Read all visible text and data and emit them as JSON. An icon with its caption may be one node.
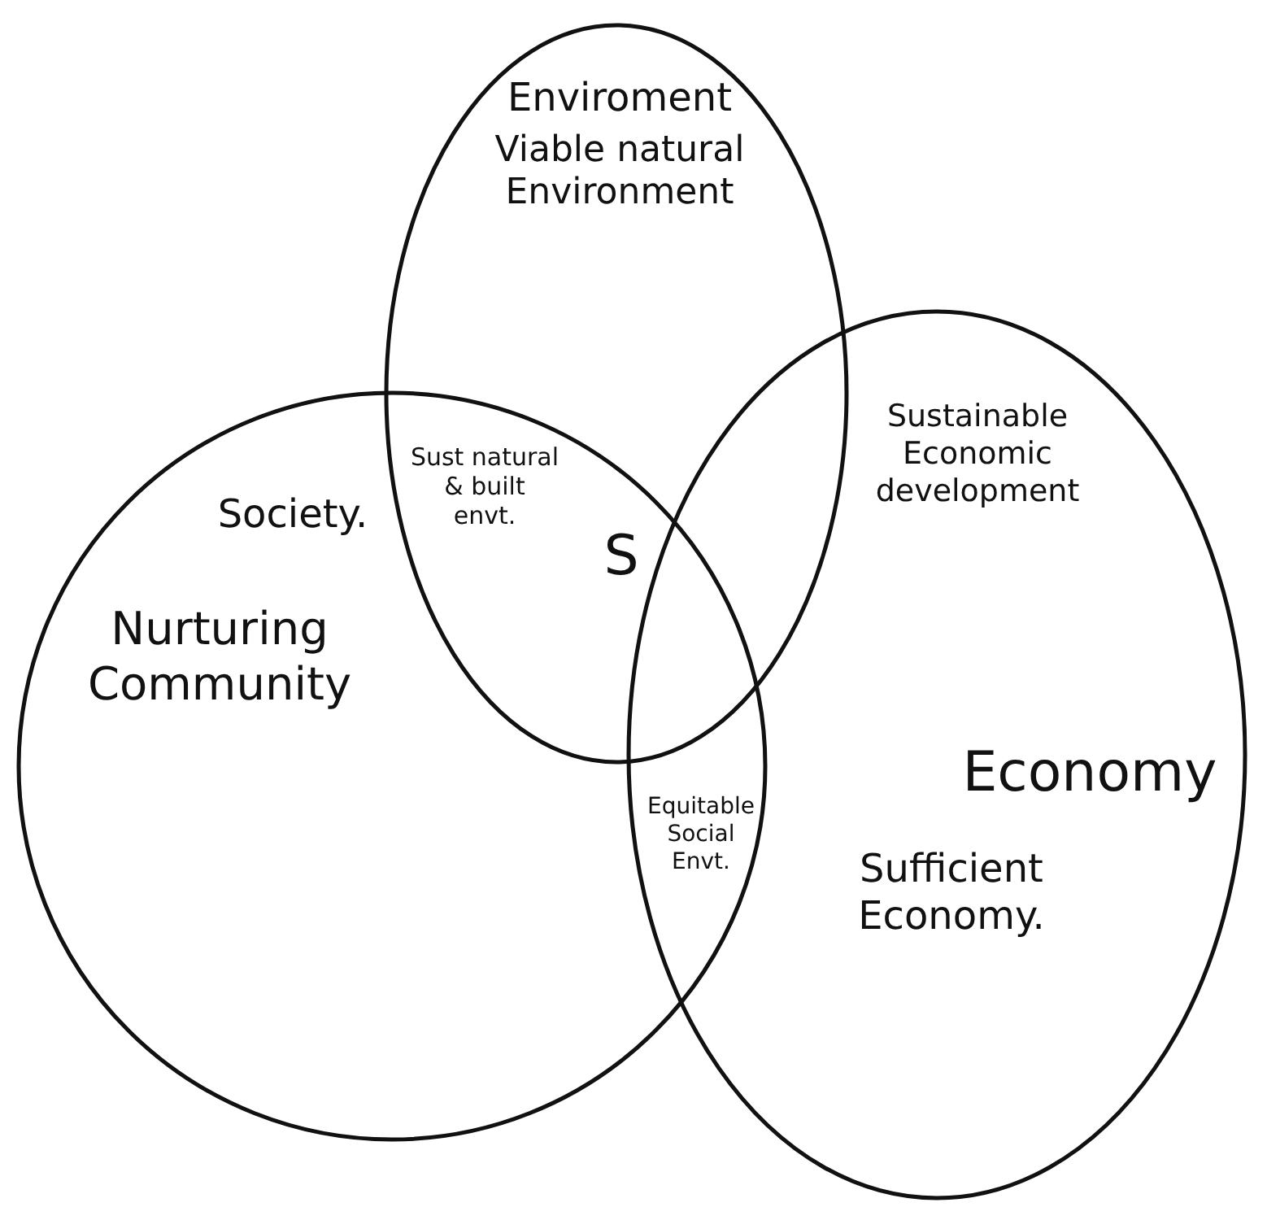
{
  "diagram": {
    "nodes": [
      {
        "text": [
          "Enviroment",
          "Viable natural Environment"
        ]
      },
      {
        "text": [
          "Society.",
          "Nurturing Community"
        ]
      },
      {
        "text": [
          "Economy",
          "Sufficient Economy."
        ]
      }
    ],
    "labels": [
      "Sust natural & built envt.",
      "Sustainable Economic development",
      "S",
      "Equitable Social Envt."
    ]
  }
}
